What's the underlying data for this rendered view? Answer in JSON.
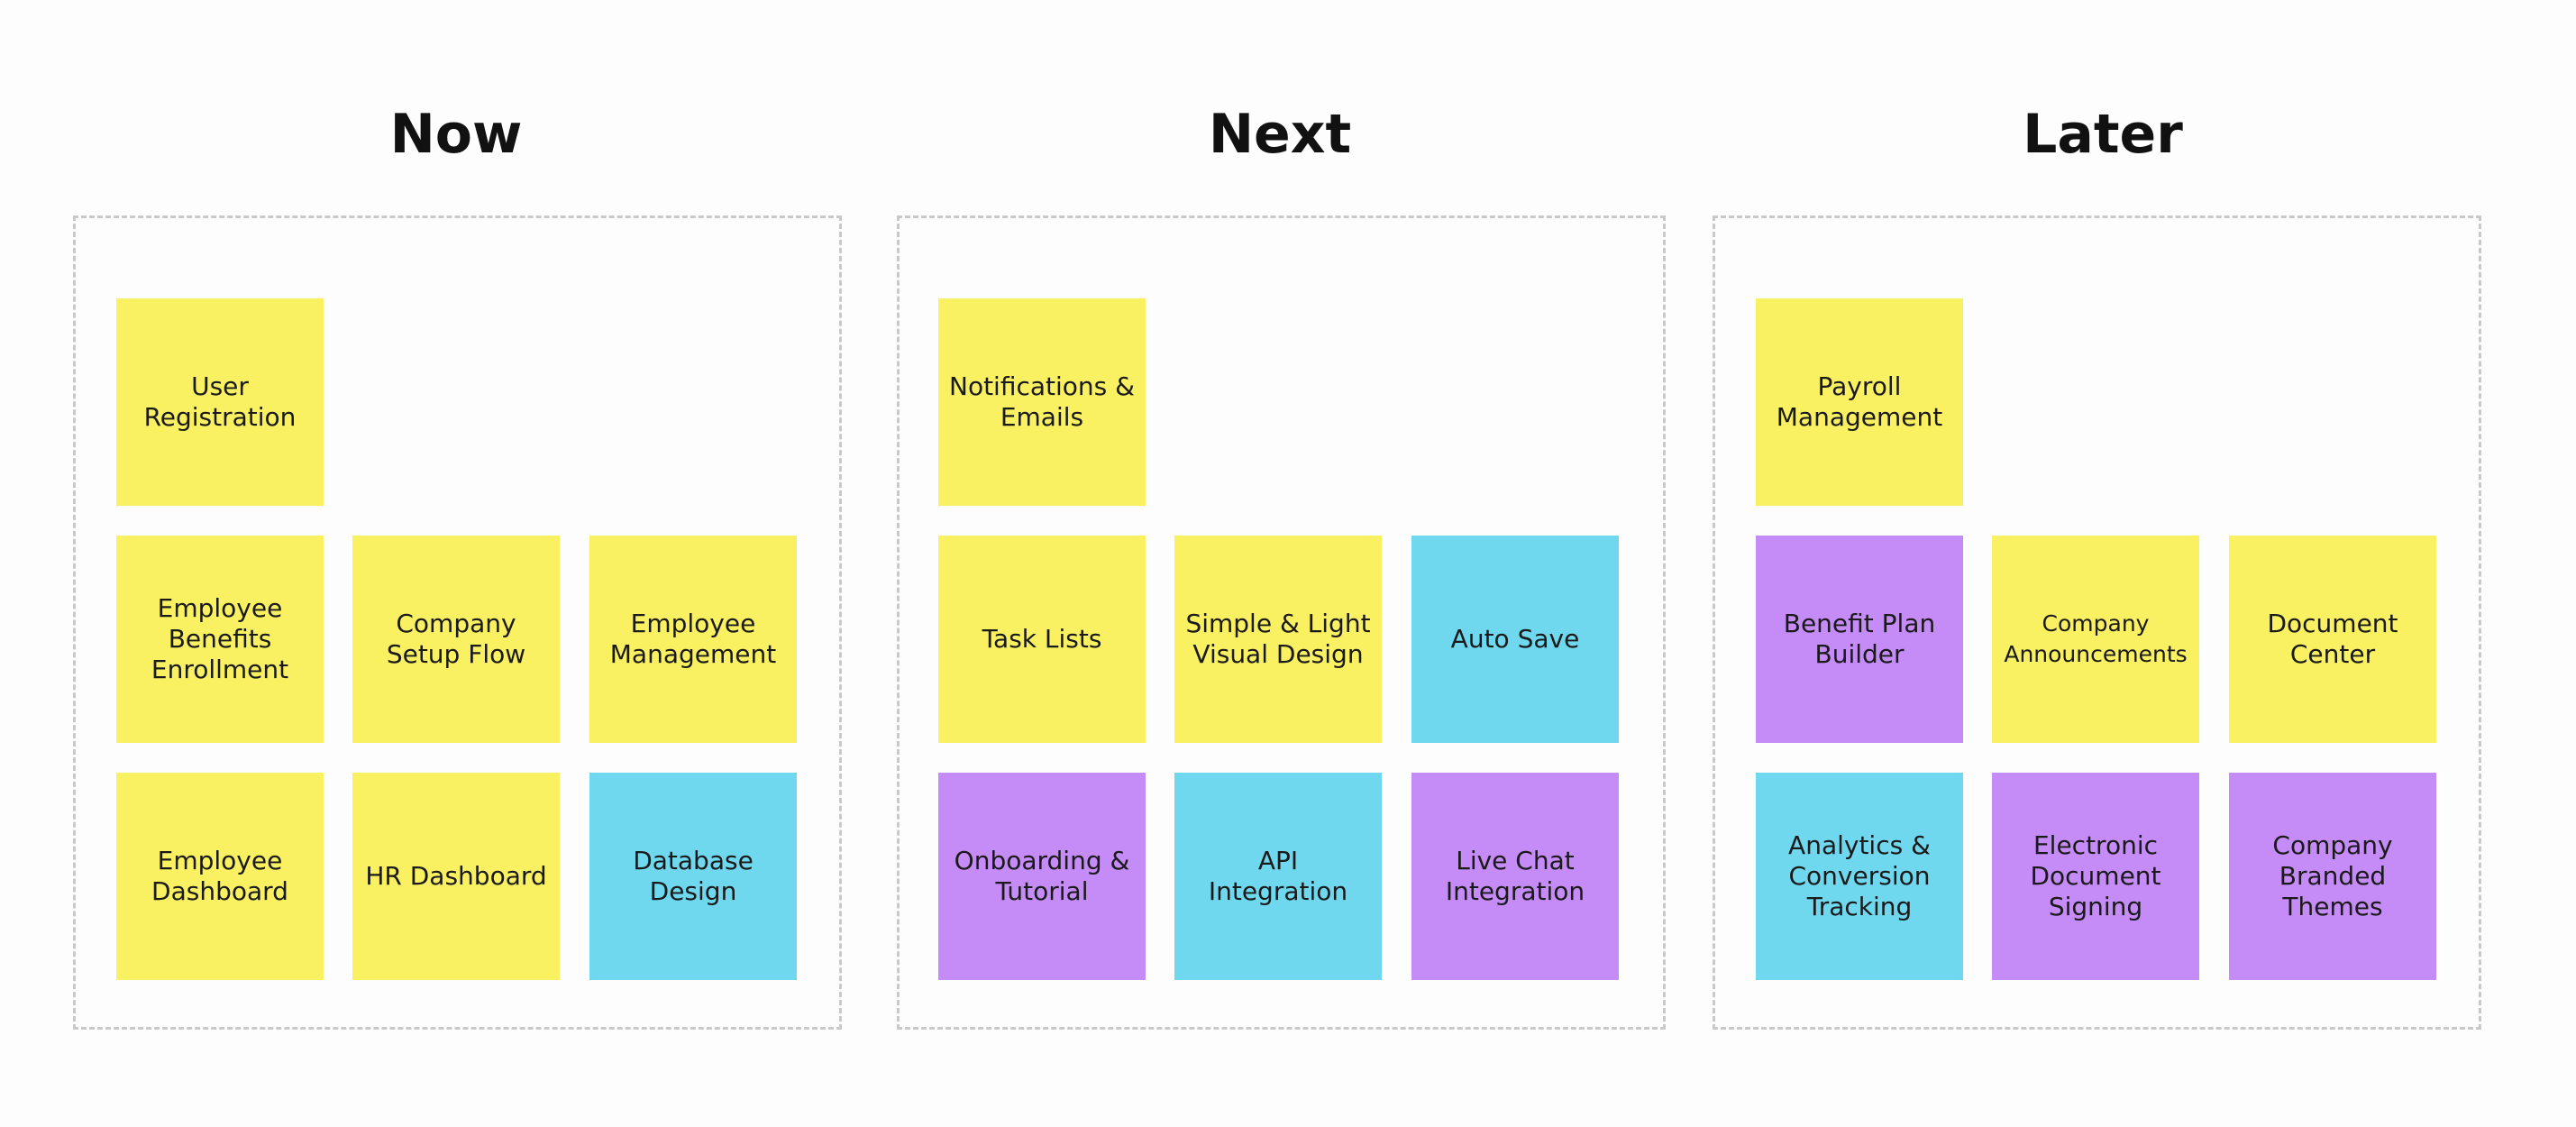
{
  "colors": {
    "yellow": "#f9f062",
    "purple": "#c58bf7",
    "cyan": "#6fd8ef",
    "border": "#c9c9c9"
  },
  "columns": {
    "now": {
      "title": "Now",
      "notes": [
        {
          "label": "User\nRegistration",
          "color": "yellow"
        },
        {
          "label": "Employee\nBenefits\nEnrollment",
          "color": "yellow"
        },
        {
          "label": "Company\nSetup Flow",
          "color": "yellow"
        },
        {
          "label": "Employee\nManagement",
          "color": "yellow"
        },
        {
          "label": "Employee\nDashboard",
          "color": "yellow"
        },
        {
          "label": "HR Dashboard",
          "color": "yellow"
        },
        {
          "label": "Database\nDesign",
          "color": "cyan"
        }
      ]
    },
    "next": {
      "title": "Next",
      "notes": [
        {
          "label": "Notifications &\nEmails",
          "color": "yellow"
        },
        {
          "label": "Task Lists",
          "color": "yellow"
        },
        {
          "label": "Simple & Light\nVisual Design",
          "color": "yellow"
        },
        {
          "label": "Auto Save",
          "color": "cyan"
        },
        {
          "label": "Onboarding &\nTutorial",
          "color": "purple"
        },
        {
          "label": "API Integration",
          "color": "cyan"
        },
        {
          "label": "Live Chat\nIntegration",
          "color": "purple"
        }
      ]
    },
    "later": {
      "title": "Later",
      "notes": [
        {
          "label": "Payroll\nManagement",
          "color": "yellow"
        },
        {
          "label": "Benefit Plan\nBuilder",
          "color": "purple"
        },
        {
          "label": "Company\nAnnouncements",
          "color": "yellow"
        },
        {
          "label": "Document\nCenter",
          "color": "yellow"
        },
        {
          "label": "Analytics &\nConversion\nTracking",
          "color": "cyan"
        },
        {
          "label": "Electronic\nDocument\nSigning",
          "color": "purple"
        },
        {
          "label": "Company\nBranded\nThemes",
          "color": "purple"
        }
      ]
    }
  }
}
